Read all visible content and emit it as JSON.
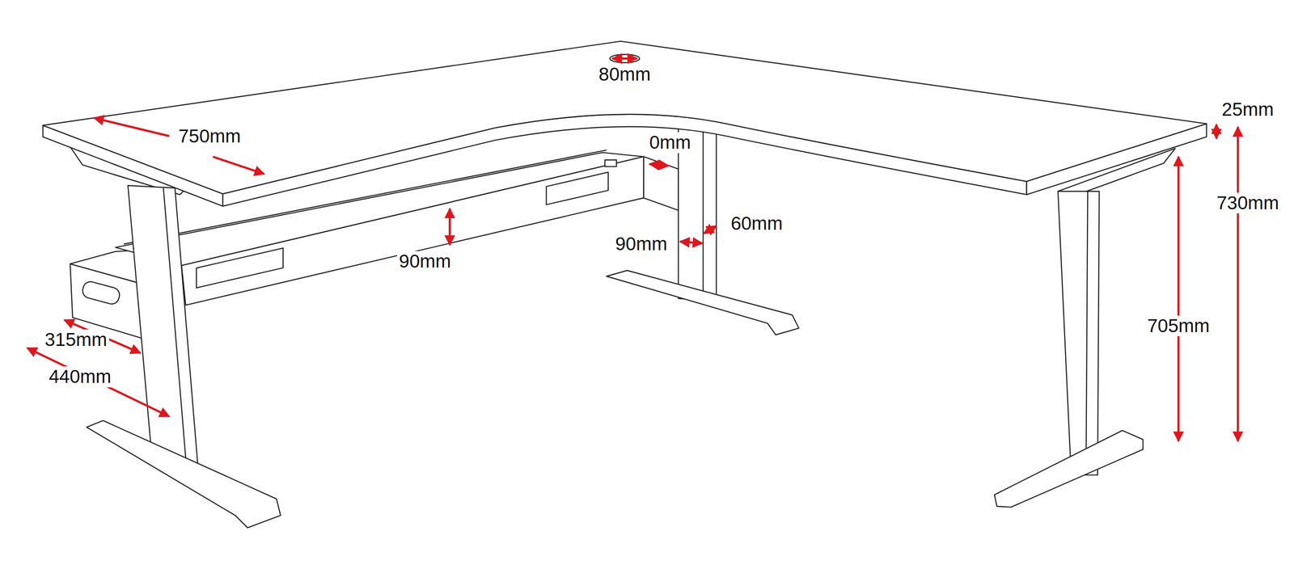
{
  "diagram": {
    "labels": [
      "80mm",
      "750mm",
      "0mm",
      "25mm",
      "730mm",
      "90mm",
      "60mm",
      "90mm",
      "705mm",
      "315mm",
      "440mm"
    ]
  }
}
